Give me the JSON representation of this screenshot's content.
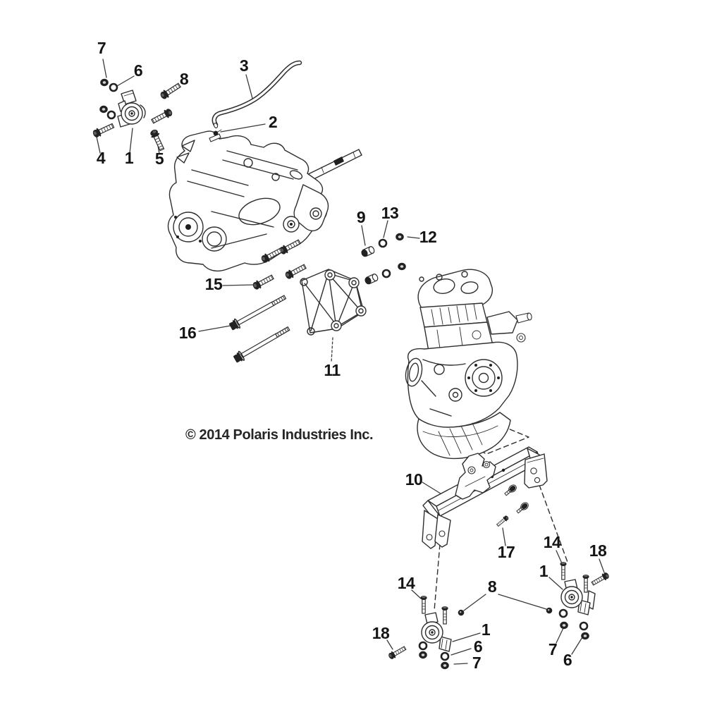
{
  "copyright": "© 2014 Polaris Industries Inc.",
  "callouts": {
    "top_7": "7",
    "top_6": "6",
    "top_8": "8",
    "hose_3": "3",
    "clamp_2": "2",
    "bolt_4": "4",
    "mount_1_top": "1",
    "bolt_5": "5",
    "spacer_9": "9",
    "washer_13": "13",
    "nut_12": "12",
    "bolt_15": "15",
    "bolt_16": "16",
    "bracket_11": "11",
    "frame_10": "10",
    "bolt_17": "17",
    "stud_14_left": "14",
    "stud_14_right": "14",
    "bolt_18_left": "18",
    "bolt_18_right": "18",
    "mount_1_left": "1",
    "mount_1_right": "1",
    "bolt_8_bottom": "8",
    "washer_6_left": "6",
    "nut_7_left": "7",
    "nut_7_right": "7",
    "washer_6_right": "6"
  }
}
